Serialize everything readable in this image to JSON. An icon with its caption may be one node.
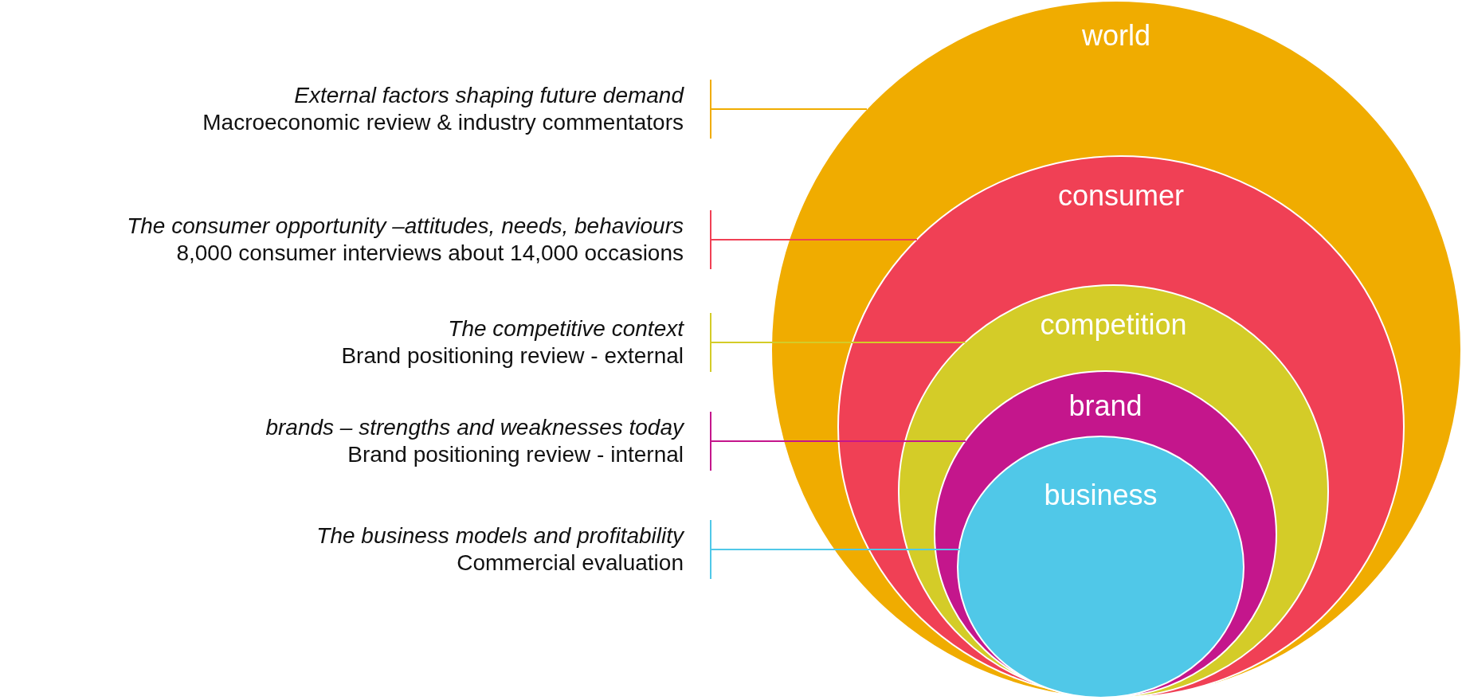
{
  "diagram": {
    "nodes": [
      {
        "text": [
          "world"
        ]
      },
      {
        "text": [
          "consumer"
        ],
        "in": 0
      },
      {
        "text": [
          "competition"
        ],
        "in": 1
      },
      {
        "text": [
          "brand"
        ],
        "in": 2
      },
      {
        "text": [
          "business"
        ],
        "in": 3
      },
      {
        "text": [
          "External factors shaping future demand",
          "Macroeconomic review & industry commentators"
        ]
      },
      {
        "text": [
          "The consumer opportunity –attitudes, needs, behaviours",
          "8,000 consumer interviews about 14,000 occasions"
        ]
      },
      {
        "text": [
          "The competitive context",
          "Brand positioning review - external"
        ]
      },
      {
        "text": [
          "brands – strengths and weaknesses today",
          "Brand positioning review - internal"
        ]
      },
      {
        "text": [
          "The business models and profitability",
          "Commercial evaluation"
        ]
      }
    ],
    "edges": [
      {
        "from": 5,
        "to": 0,
        "arrow": "none",
        "color": "#f0ac00"
      },
      {
        "from": 6,
        "to": 1,
        "arrow": "none",
        "color": "#f04055"
      },
      {
        "from": 7,
        "to": 2,
        "arrow": "none",
        "color": "#d4cc28"
      },
      {
        "from": 8,
        "to": 3,
        "arrow": "none",
        "color": "#c4168c"
      },
      {
        "from": 9,
        "to": 4,
        "arrow": "none",
        "color": "#50c8e8"
      }
    ]
  }
}
